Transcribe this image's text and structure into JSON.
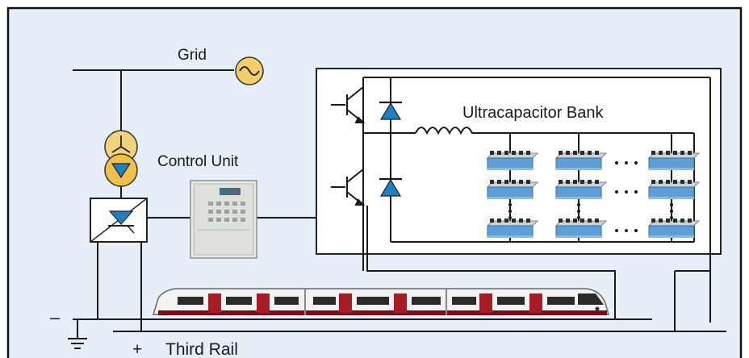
{
  "labels": {
    "grid": "Grid",
    "control_unit": "Control Unit",
    "ultracap_bank": "Ultracapacitor Bank",
    "third_rail": "Third Rail",
    "plus": "+",
    "minus": "–",
    "ellipsis": "…"
  },
  "colors": {
    "background": "#e6eff7",
    "frame": "#111111",
    "line": "#1a1a1a",
    "diode": "#1f7fc0",
    "transformer_upper": "#f2d27a",
    "transformer_lower": "#f0c04a",
    "ultracap_blue": "#5d9fd6",
    "train_red": "#a51c24",
    "train_body": "#f2f2f2",
    "cabinet": "#e8ebe6"
  },
  "icons": {
    "ac_source": "ac-source-icon",
    "transformer": "transformer-icon",
    "rectifier": "thyristor-rectifier-icon",
    "igbt": "igbt-switch-icon",
    "diode": "diode-icon",
    "inductor": "inductor-icon",
    "ultracapacitor": "ultracapacitor-module-icon",
    "train": "train-icon",
    "ground": "ground-icon",
    "cabinet": "control-cabinet-icon"
  }
}
